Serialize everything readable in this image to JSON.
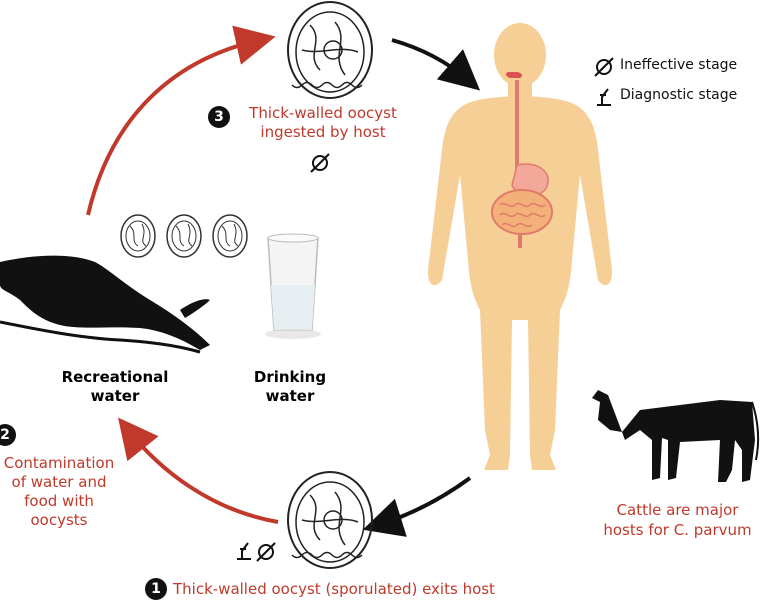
{
  "legend": {
    "infective_label": "Ineffective stage",
    "diagnostic_label": "Diagnostic stage"
  },
  "steps": {
    "step1": {
      "number": "1",
      "text": "Thick-walled oocyst (sporulated) exits host"
    },
    "step2": {
      "number": "2",
      "line1": "Contamination",
      "line2": "of water and",
      "line3": "food with",
      "line4": "oocysts"
    },
    "step3": {
      "number": "3",
      "line1": "Thick-walled oocyst",
      "line2": "ingested by host"
    }
  },
  "labels": {
    "recreational": [
      "Recreational",
      "water"
    ],
    "drinking": [
      "Drinking",
      "water"
    ],
    "cattle": [
      "Cattle are major",
      "hosts for C. parvum"
    ]
  },
  "colors": {
    "red": "#c0392b",
    "skin": "#f5cf96",
    "black": "#111111"
  },
  "icons": [
    "infective-stage-icon",
    "diagnostic-stage-icon",
    "oocyst-icon",
    "swimmer-icon",
    "water-glass-icon",
    "human-body-icon",
    "cow-icon"
  ]
}
